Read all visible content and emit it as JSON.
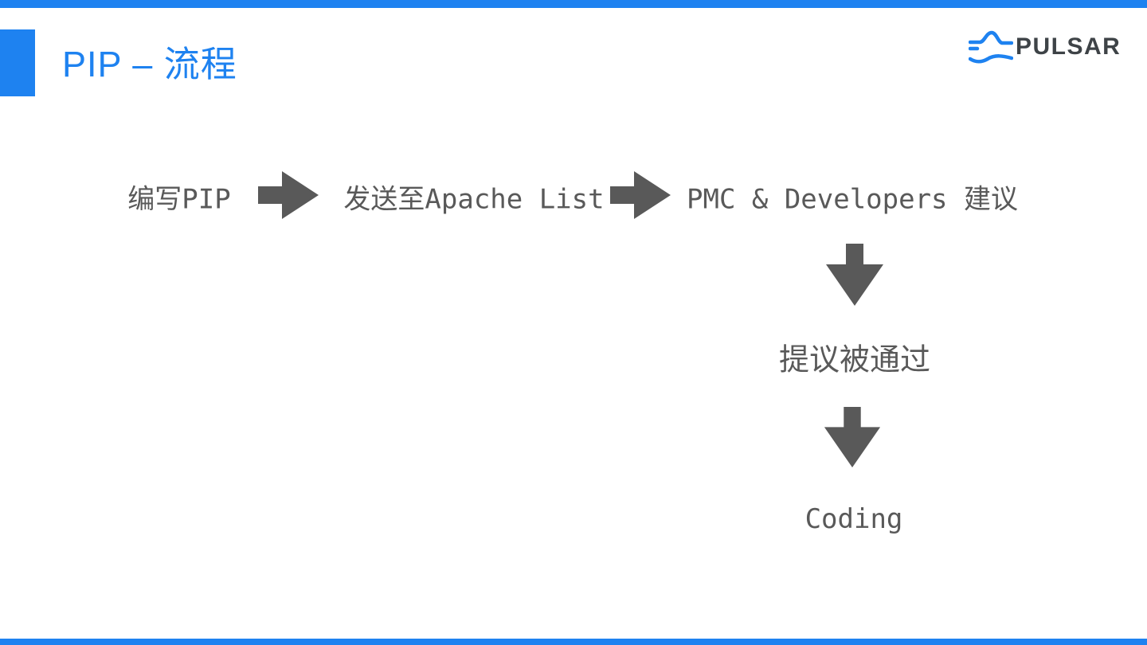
{
  "slide": {
    "title": "PIP – 流程",
    "logo": {
      "text": "PULSAR",
      "icon": "pulsar-wave-icon"
    },
    "flow": {
      "steps": [
        "编写PIP",
        "发送至Apache List",
        "PMC & Developers 建议",
        "提议被通过",
        "Coding"
      ],
      "arrows": [
        "right",
        "right",
        "down",
        "down"
      ]
    }
  },
  "colors": {
    "accent_blue": "#1E82F0",
    "flow_text_gray": "#595959",
    "arrow_gray": "#595959",
    "logo_text_color": "#3E4347"
  }
}
